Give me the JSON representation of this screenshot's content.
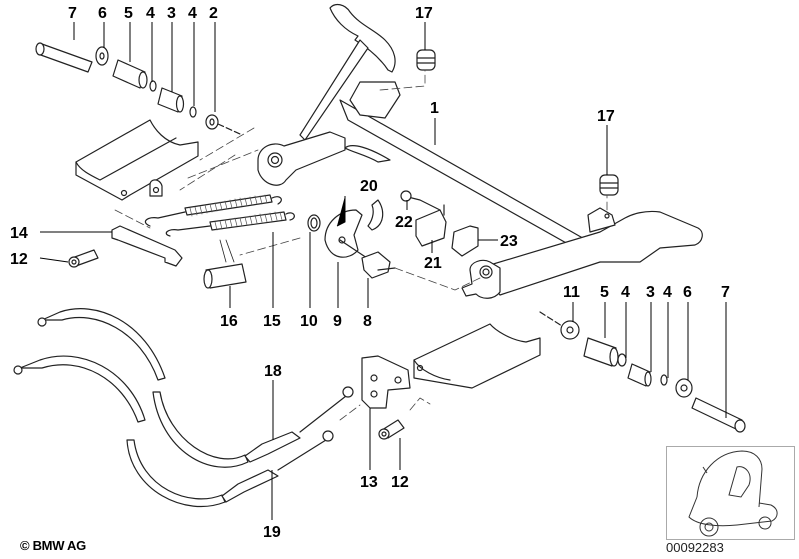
{
  "diagram": {
    "title": "Exploded parts diagram — center stand assembly",
    "part_callouts": [
      {
        "id": "c-7a",
        "number": "7"
      },
      {
        "id": "c-6a",
        "number": "6"
      },
      {
        "id": "c-5a",
        "number": "5"
      },
      {
        "id": "c-4a",
        "number": "4"
      },
      {
        "id": "c-3a",
        "number": "3"
      },
      {
        "id": "c-4b",
        "number": "4"
      },
      {
        "id": "c-2",
        "number": "2"
      },
      {
        "id": "c-17a",
        "number": "17"
      },
      {
        "id": "c-1",
        "number": "1"
      },
      {
        "id": "c-17b",
        "number": "17"
      },
      {
        "id": "c-20",
        "number": "20"
      },
      {
        "id": "c-22",
        "number": "22"
      },
      {
        "id": "c-23",
        "number": "23"
      },
      {
        "id": "c-21",
        "number": "21"
      },
      {
        "id": "c-14",
        "number": "14"
      },
      {
        "id": "c-12a",
        "number": "12"
      },
      {
        "id": "c-16",
        "number": "16"
      },
      {
        "id": "c-15",
        "number": "15"
      },
      {
        "id": "c-10",
        "number": "10"
      },
      {
        "id": "c-9",
        "number": "9"
      },
      {
        "id": "c-8",
        "number": "8"
      },
      {
        "id": "c-11",
        "number": "11"
      },
      {
        "id": "c-5b",
        "number": "5"
      },
      {
        "id": "c-4c",
        "number": "4"
      },
      {
        "id": "c-3b",
        "number": "3"
      },
      {
        "id": "c-4d",
        "number": "4"
      },
      {
        "id": "c-6b",
        "number": "6"
      },
      {
        "id": "c-7b",
        "number": "7"
      },
      {
        "id": "c-18",
        "number": "18"
      },
      {
        "id": "c-13",
        "number": "13"
      },
      {
        "id": "c-12b",
        "number": "12"
      },
      {
        "id": "c-19",
        "number": "19"
      }
    ],
    "copyright": "© BMW AG",
    "image_number": "00092283",
    "thumbnail": "scooter-with-roof-icon"
  }
}
